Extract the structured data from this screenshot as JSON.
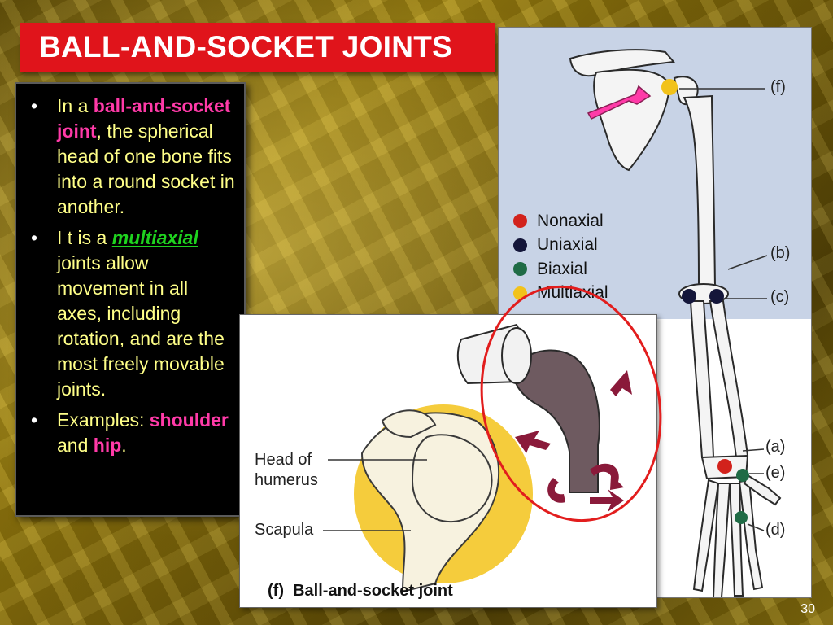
{
  "slide": {
    "title": "BALL-AND-SOCKET JOINTS",
    "page_number": "30"
  },
  "bullets": {
    "b1": {
      "pre": "In a ",
      "highlight": "ball-and-socket joint",
      "post": ", the spherical head of one bone fits into a round socket in another."
    },
    "b2": {
      "pre": "I t is a ",
      "highlight": "multiaxial",
      "post": " joints allow movement in all axes, including rotation, and are the most freely movable joints."
    },
    "b3": {
      "pre": "Examples: ",
      "h1": "shoulder",
      "mid": " and ",
      "h2": "hip",
      "post": "."
    }
  },
  "arm_figure": {
    "legend": [
      {
        "label": "Nonaxial",
        "color": "#d2221c"
      },
      {
        "label": "Uniaxial",
        "color": "#14163a"
      },
      {
        "label": "Biaxial",
        "color": "#1f6b45"
      },
      {
        "label": "Multiaxial",
        "color": "#f2c21a"
      }
    ],
    "labels": {
      "f": "(f)",
      "b": "(b)",
      "c": "(c)",
      "a": "(a)",
      "e": "(e)",
      "d": "(d)"
    }
  },
  "shoulder_figure": {
    "head_label": "Head of humerus",
    "scapula_label": "Scapula",
    "caption_letter": "(f)",
    "caption_text": "Ball-and-socket joint"
  },
  "colors": {
    "title_bg": "#e0141b",
    "body_text": "#ffff88",
    "highlight_pink": "#ff3aa8",
    "highlight_green": "#1fd21f",
    "circle_red": "#e21d1d",
    "arrow_pink": "#ff3aa8"
  }
}
